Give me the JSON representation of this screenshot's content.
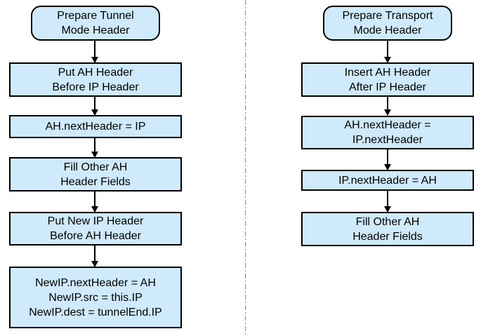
{
  "colors": {
    "node_fill": "#cfeafa",
    "node_border": "#000000",
    "divider_line": "#888888"
  },
  "diagram": {
    "left_flow": {
      "nodes": [
        {
          "label": "Prepare Tunnel\nMode Header",
          "shape": "rounded"
        },
        {
          "label": "Put AH Header\nBefore IP Header",
          "shape": "rect"
        },
        {
          "label": "AH.nextHeader = IP",
          "shape": "rect"
        },
        {
          "label": "Fill Other AH\nHeader Fields",
          "shape": "rect"
        },
        {
          "label": "Put New IP Header\nBefore AH Header",
          "shape": "rect"
        },
        {
          "label": "NewIP.nextHeader = AH\nNewIP.src = this.IP\nNewIP.dest = tunnelEnd.IP",
          "shape": "rect"
        }
      ]
    },
    "right_flow": {
      "nodes": [
        {
          "label": "Prepare Transport\nMode Header",
          "shape": "rounded"
        },
        {
          "label": "Insert AH Header\nAfter IP Header",
          "shape": "rect"
        },
        {
          "label": "AH.nextHeader =\nIP.nextHeader",
          "shape": "rect"
        },
        {
          "label": "IP.nextHeader = AH",
          "shape": "rect"
        },
        {
          "label": "Fill Other AH\nHeader Fields",
          "shape": "rect"
        }
      ]
    }
  }
}
